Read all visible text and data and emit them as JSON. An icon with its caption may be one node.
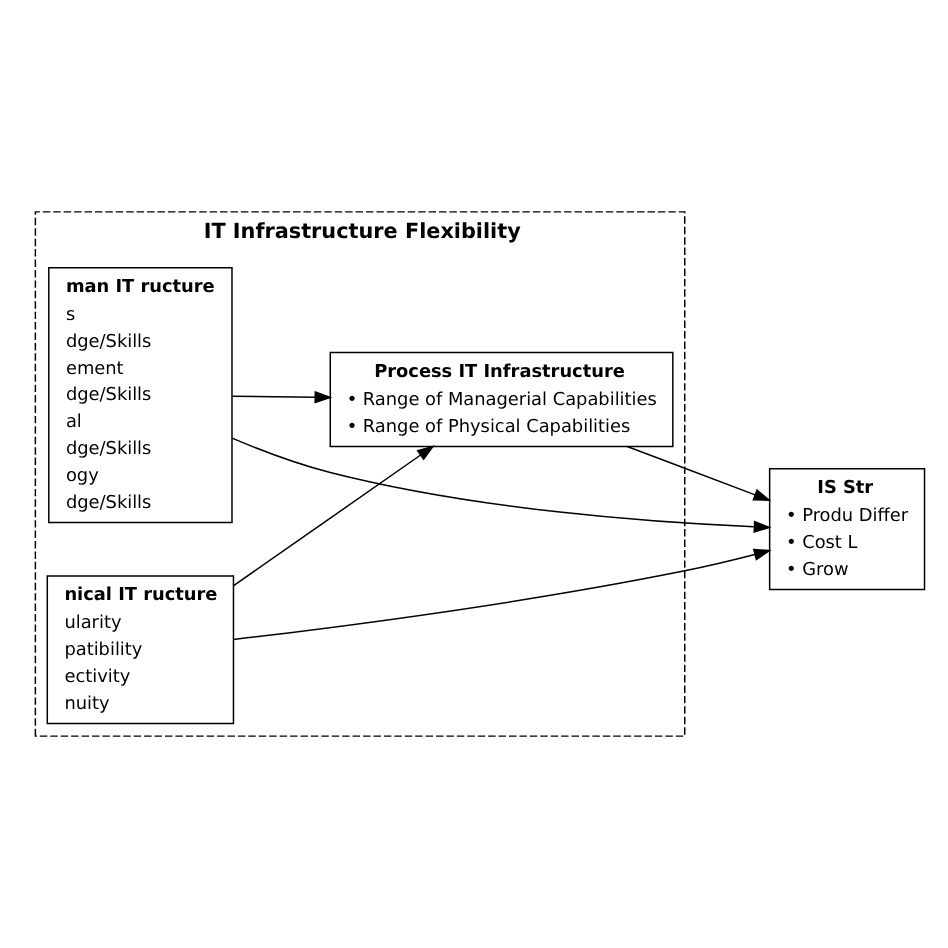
{
  "diagram": {
    "nodes": [
      {
        "text": [
          "IT Infrastructure Flexibility"
        ]
      },
      {
        "text": [
          "man IT ructure",
          "s",
          "dge/Skills",
          "ement",
          "dge/Skills",
          "al",
          "dge/Skills",
          "ogy",
          "dge/Skills"
        ],
        "in": 0
      },
      {
        "text": [
          "Process IT Infrastructure",
          "• Range of Managerial Capabilities",
          "• Range of Physical Capabilities"
        ],
        "in": 0
      },
      {
        "text": [
          "nical IT ructure",
          "ularity",
          "patibility",
          "ectivity",
          "nuity"
        ],
        "in": 0
      },
      {
        "text": [
          "IS Str",
          "• Produ Differ",
          "• Cost L",
          "• Grow"
        ]
      }
    ],
    "edges": [
      {
        "from": 1,
        "to": 4,
        "arrow": "to"
      },
      {
        "from": 1,
        "to": 2,
        "arrow": "to"
      },
      {
        "from": 2,
        "to": 4,
        "arrow": "to"
      },
      {
        "from": 3,
        "to": 2,
        "arrow": "to"
      },
      {
        "from": 3,
        "to": 4,
        "arrow": "to"
      }
    ]
  }
}
